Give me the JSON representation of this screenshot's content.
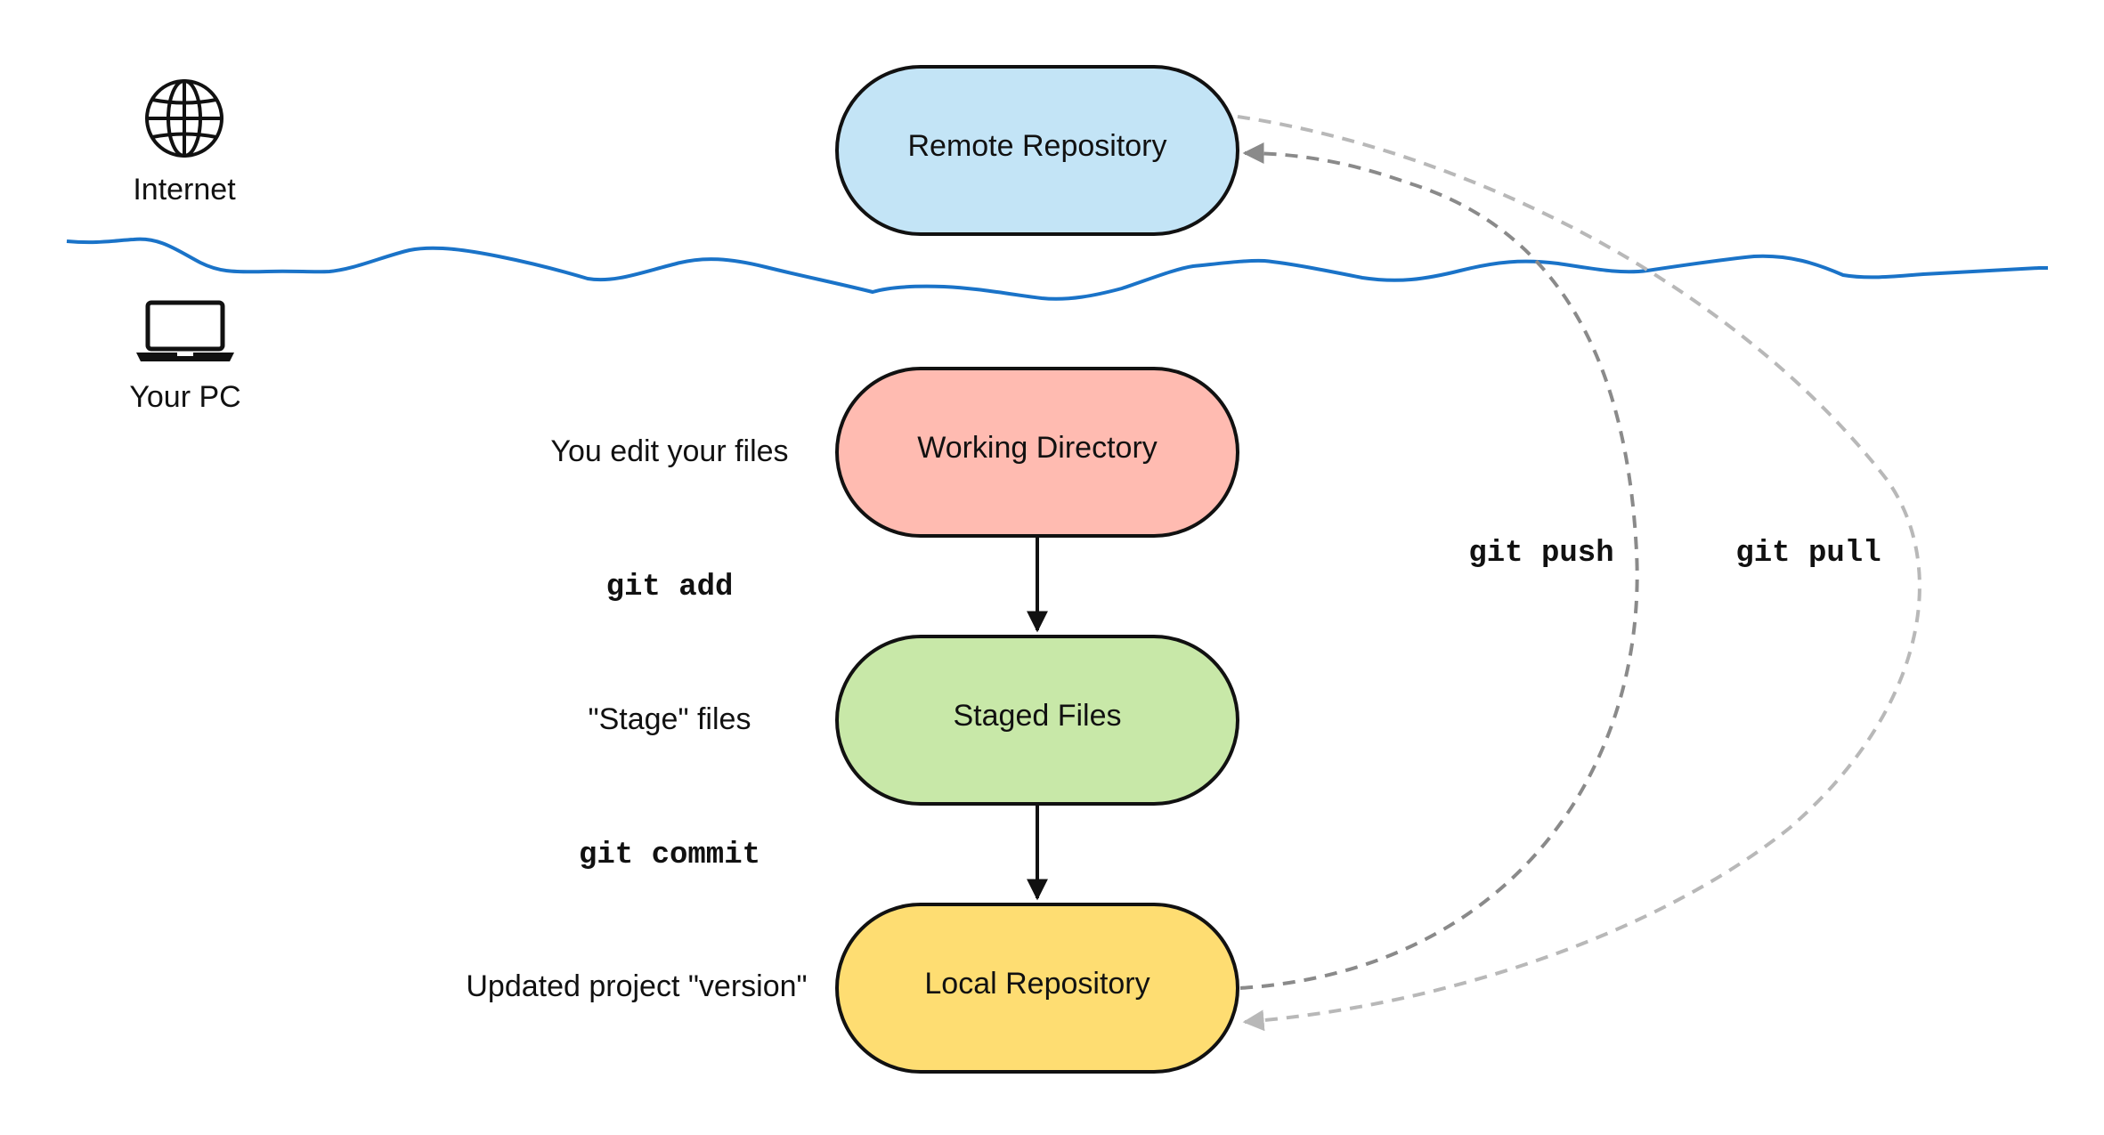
{
  "zones": {
    "internet": {
      "label": "Internet",
      "icon": "globe-icon"
    },
    "local": {
      "label": "Your PC",
      "icon": "laptop-icon"
    },
    "divider_color": "#1a73c8"
  },
  "nodes": {
    "remote": {
      "label": "Remote Repository",
      "color": "#c3e4f6"
    },
    "working": {
      "label": "Working Directory",
      "color": "#ffbbb1"
    },
    "staged": {
      "label": "Staged Files",
      "color": "#c8e8a8"
    },
    "local": {
      "label": "Local Repository",
      "color": "#fedd72"
    }
  },
  "descriptions": {
    "working": "You edit your files",
    "staged": "\"Stage\" files",
    "local": "Updated project \"version\""
  },
  "commands": {
    "add": "git add",
    "commit": "git commit",
    "push": "git push",
    "pull": "git pull"
  },
  "colors": {
    "push_arrow": "#8a8a8a",
    "pull_arrow": "#b8b8b8",
    "node_border": "#111111"
  }
}
